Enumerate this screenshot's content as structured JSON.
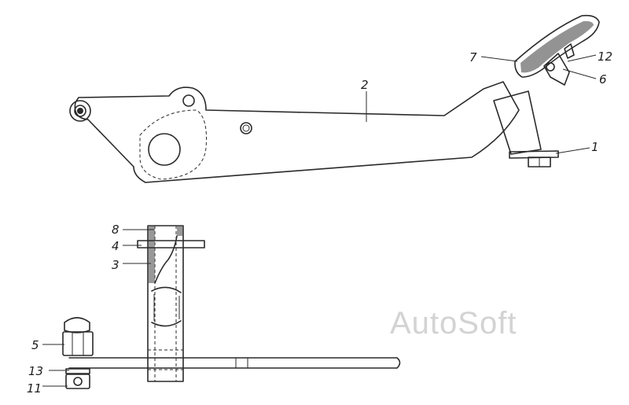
{
  "callouts": {
    "c1": "1",
    "c2": "2",
    "c3": "3",
    "c4": "4",
    "c5": "5",
    "c6": "6",
    "c7": "7",
    "c8": "8",
    "c11": "11",
    "c12": "12",
    "c13": "13"
  },
  "watermark": "AutoSoft"
}
